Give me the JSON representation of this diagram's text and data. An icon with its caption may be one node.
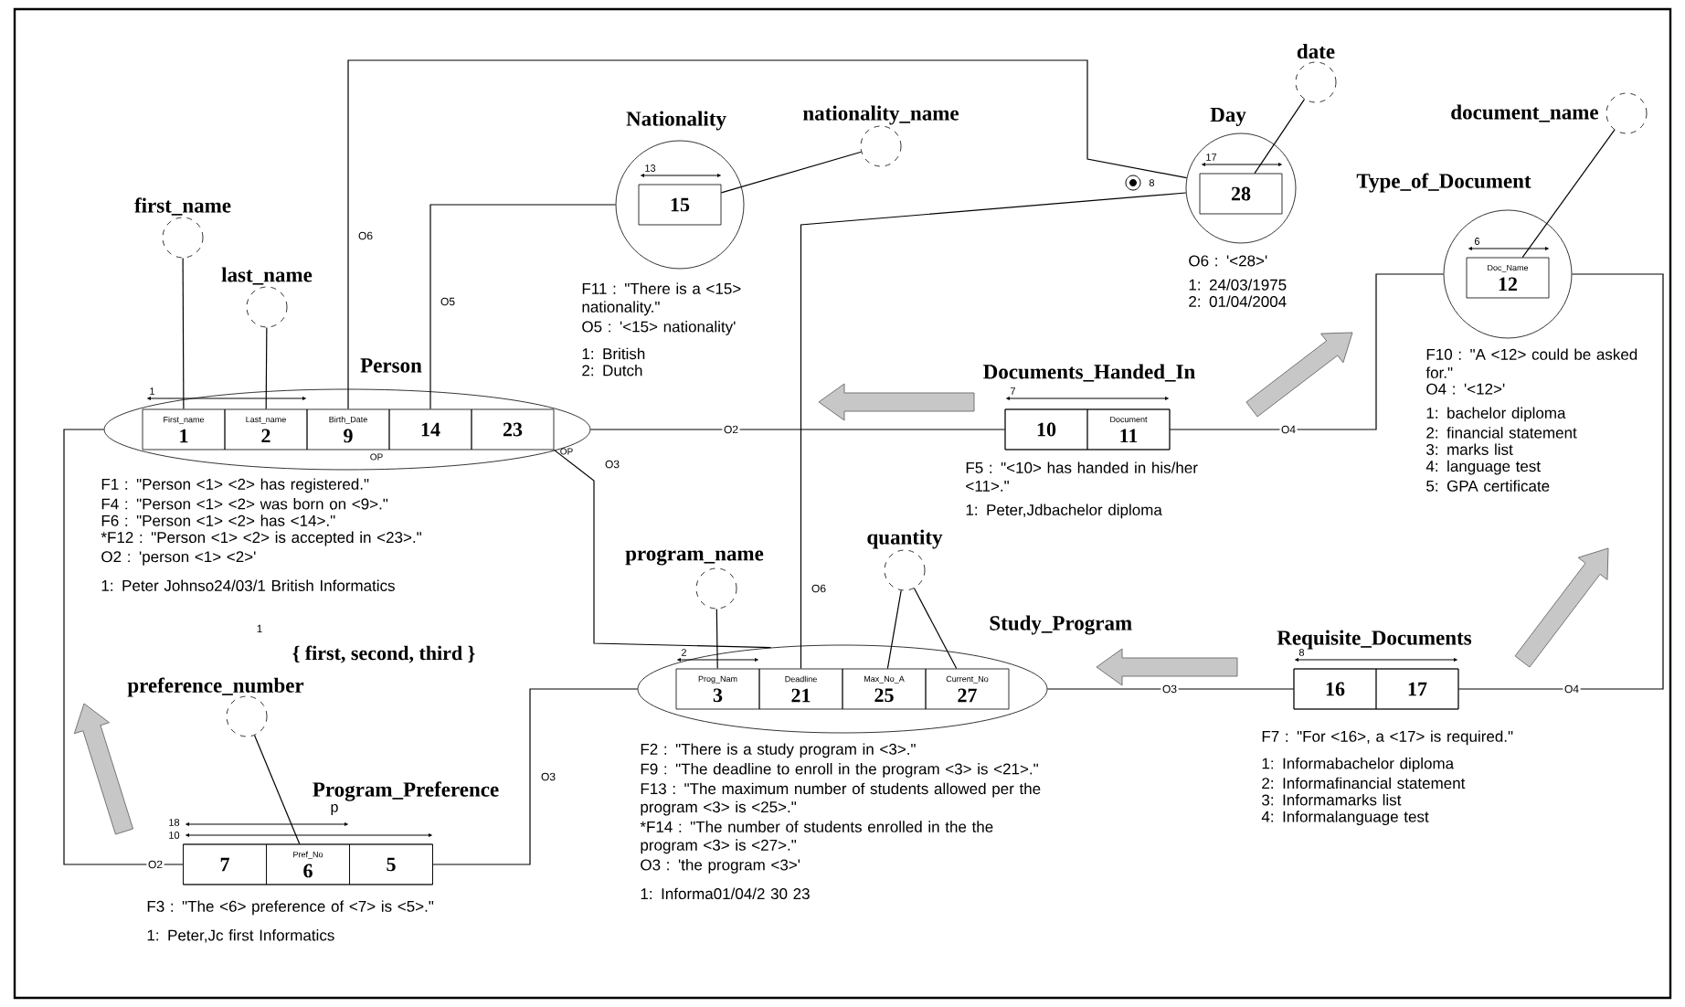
{
  "diagram": {
    "nodes": [
      {
        "text": [
          "Person"
        ],
        "beside": [
          "F1 : \"Person <1> <2> has registered.\"",
          "F4 : \"Person <1> <2> was born on <9>.\"",
          "F6 : \"Person <1> <2> has <14>.\"",
          "*F12 : \"Person <1> <2> is accepted in <23>.\"",
          "O2 : 'person <1> <2>'",
          "1: Peter Johnso24/03/1 British Informatics"
        ]
      },
      {
        "text": [
          "First_name",
          "1"
        ],
        "in": 0
      },
      {
        "text": [
          "Last_name",
          "2"
        ],
        "in": 0
      },
      {
        "text": [
          "Birth_Date",
          "9"
        ],
        "in": 0
      },
      {
        "text": [
          "14"
        ],
        "in": 0
      },
      {
        "text": [
          "23"
        ],
        "in": 0
      },
      {
        "text": [
          "first_name"
        ]
      },
      {
        "text": [
          "last_name"
        ]
      },
      {
        "text": [
          "Nationality"
        ],
        "beside": [
          "F11 : \"There is a <15> nationality.\"",
          "O5 : '<15> nationality'",
          "1: British",
          "2: Dutch"
        ]
      },
      {
        "text": [
          "15"
        ],
        "in": 8
      },
      {
        "text": [
          "nationality_name"
        ]
      },
      {
        "text": [
          "Day"
        ],
        "beside": [
          "O6 : '<28>'",
          "1: 24/03/1975",
          "2: 01/04/2004"
        ]
      },
      {
        "text": [
          "28"
        ],
        "in": 11
      },
      {
        "text": [
          "date"
        ]
      },
      {
        "text": [
          "Type_of_Document"
        ],
        "beside": [
          "F10 : \"A <12> could be asked for.\"",
          "O4 : '<12>'",
          "1: bachelor diploma",
          "2: financial statement",
          "3: marks list",
          "4: language test",
          "5: GPA certificate"
        ]
      },
      {
        "text": [
          "Doc_Name",
          "12"
        ],
        "in": 14
      },
      {
        "text": [
          "document_name"
        ]
      },
      {
        "text": [
          "Documents_Handed_In"
        ],
        "beside": [
          "F5 : \"<10> has handed in his/her <11>.\"",
          "1: Peter,Jdbachelor diploma"
        ]
      },
      {
        "text": [
          "10"
        ],
        "in": 17
      },
      {
        "text": [
          "Document",
          "11"
        ],
        "in": 17
      },
      {
        "text": [
          "Study_Program"
        ],
        "beside": [
          "F2 : \"There is a study program in <3>.\"",
          "F9 : \"The deadline to enroll in the program <3> is <21>.\"",
          "F13 : \"The maximum number of students allowed per the program <3> is <25>.\"",
          "*F14 : \"The number of students enrolled in the the program <3> is <27>.\"",
          "O3 : 'the program <3>'",
          "1: Informa01/04/2 30 23"
        ]
      },
      {
        "text": [
          "Prog_Nam",
          "3"
        ],
        "in": 20
      },
      {
        "text": [
          "Deadline",
          "21"
        ],
        "in": 20
      },
      {
        "text": [
          "Max_No_A",
          "25"
        ],
        "in": 20
      },
      {
        "text": [
          "Current_No",
          "27"
        ],
        "in": 20
      },
      {
        "text": [
          "program_name"
        ]
      },
      {
        "text": [
          "quantity"
        ]
      },
      {
        "text": [
          "Requisite_Documents"
        ],
        "beside": [
          "F7 : \"For <16>, a <17> is required.\"",
          "1: Informabachelor diploma",
          "2: Informafinancial statement",
          "3: Informamarks list",
          "4: Informalanguage test"
        ]
      },
      {
        "text": [
          "16"
        ],
        "in": 27
      },
      {
        "text": [
          "17"
        ],
        "in": 27
      },
      {
        "text": [
          "Program_Preference"
        ],
        "beside": [
          "F3 : \"The <6> preference of <7> is <5>.\"",
          "1: Peter,Jc first Informatics"
        ]
      },
      {
        "text": [
          "7"
        ],
        "in": 30
      },
      {
        "text": [
          "Pref_No",
          "6"
        ],
        "in": 30
      },
      {
        "text": [
          "5"
        ],
        "in": 30
      },
      {
        "text": [
          "preference_number"
        ]
      }
    ],
    "edges": [
      {
        "from": 6,
        "to": 1,
        "arrow": "none"
      },
      {
        "from": 7,
        "to": 2,
        "arrow": "none"
      },
      {
        "from": 10,
        "to": 9,
        "arrow": "none"
      },
      {
        "from": 13,
        "to": 12,
        "arrow": "none"
      },
      {
        "from": 16,
        "to": 15,
        "arrow": "none"
      },
      {
        "from": 25,
        "to": 21,
        "arrow": "none"
      },
      {
        "from": 26,
        "to": 23,
        "arrow": "none"
      },
      {
        "from": 26,
        "to": 24,
        "arrow": "none"
      },
      {
        "from": 34,
        "to": 32,
        "arrow": "none"
      },
      {
        "from": 3,
        "to": 11,
        "arrow": "none",
        "label": "O6"
      },
      {
        "from": 4,
        "to": 8,
        "arrow": "none",
        "label": "O5"
      },
      {
        "from": 22,
        "to": 11,
        "arrow": "none",
        "label": "O6"
      },
      {
        "from": 0,
        "to": 18,
        "arrow": "none",
        "label": "O2"
      },
      {
        "from": 19,
        "to": 14,
        "arrow": "none",
        "label": "O4"
      },
      {
        "from": 5,
        "to": 20,
        "arrow": "none",
        "label": "O3"
      },
      {
        "from": 0,
        "to": 31,
        "arrow": "none",
        "label": "O2"
      },
      {
        "from": 33,
        "to": 20,
        "arrow": "none",
        "label": "O3"
      },
      {
        "from": 28,
        "to": 20,
        "arrow": "none",
        "label": "O3"
      },
      {
        "from": 29,
        "to": 14,
        "arrow": "none",
        "label": "O4"
      }
    ],
    "labels": [
      "13",
      "17",
      "8",
      "6",
      "1",
      "OP",
      "OP",
      "7",
      "1",
      "{ first, second, third }",
      "2",
      "8",
      "18",
      "10",
      "p"
    ]
  }
}
